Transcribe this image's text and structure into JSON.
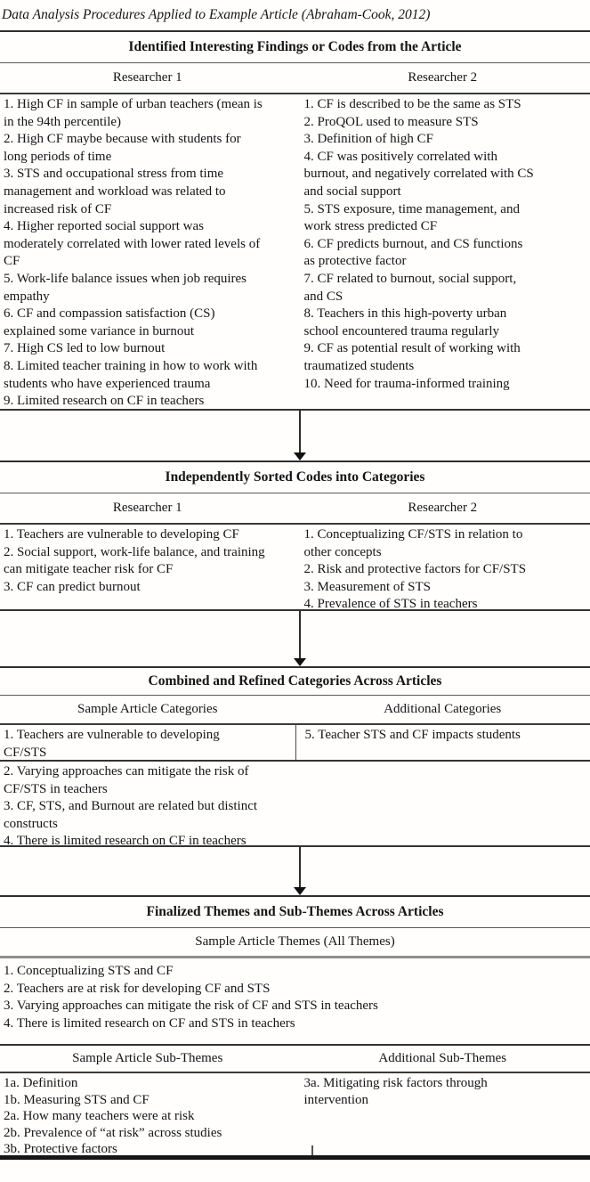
{
  "colors": {
    "text": "#151515",
    "rule": "#333333",
    "thick_rule": "#161616"
  },
  "title": "Data Analysis Procedures Applied to Example Article (Abraham-Cook, 2012)",
  "stage1": {
    "header": "Identified Interesting Findings or Codes from the Article",
    "col1_header": "Researcher 1",
    "col2_header": "Researcher 2",
    "col1_items": [
      "1. High CF in sample of urban teachers (mean is\nin the 94th percentile)",
      "2. High CF maybe because with students for\nlong periods of time",
      "3. STS and occupational stress from time\nmanagement and workload was related to\nincreased risk of CF",
      "4. Higher reported social support was\nmoderately correlated with lower rated levels of\nCF",
      "5. Work-life balance issues when job requires\nempathy",
      "6. CF and compassion satisfaction (CS)\nexplained some variance in burnout",
      "7. High CS led to low burnout",
      "8. Limited teacher training in how to work with\nstudents who have experienced trauma",
      "9. Limited research on CF in teachers"
    ],
    "col2_items": [
      "1. CF is described to be the same as STS",
      "2. ProQOL used to measure STS",
      "3. Definition of high CF",
      "4. CF was positively correlated with\nburnout, and negatively correlated with CS\nand social support",
      "5. STS exposure, time management, and\nwork stress predicted CF",
      "6. CF predicts burnout, and CS functions\nas protective factor",
      "7. CF related to burnout, social support,\nand CS",
      "8. Teachers in this high-poverty urban\nschool encountered trauma regularly",
      "9. CF as potential result of working with\ntraumatized students",
      "10. Need for trauma-informed training"
    ]
  },
  "stage2": {
    "header": "Independently Sorted Codes into Categories",
    "col1_header": "Researcher 1",
    "col2_header": "Researcher 2",
    "col1_items": [
      "1. Teachers are vulnerable to developing CF",
      "2. Social support, work-life balance, and training\ncan mitigate teacher risk for CF",
      "3. CF can predict burnout"
    ],
    "col2_items": [
      "1. Conceptualizing CF/STS in relation to\nother concepts",
      "2. Risk and protective factors for CF/STS",
      "3. Measurement of STS",
      "4. Prevalence of STS in teachers"
    ]
  },
  "stage3": {
    "header": "Combined and Refined Categories Across Articles",
    "col1_header": "Sample Article Categories",
    "col2_header": "Additional Categories",
    "row1_col1": "1. Teachers are vulnerable to developing\nCF/STS",
    "row1_col2": "5. Teacher STS and CF impacts students",
    "row2_col1_items": [
      "2. Varying approaches can mitigate the risk of\nCF/STS in teachers",
      "3. CF, STS, and Burnout are related but distinct\nconstructs",
      "4. There is limited research on CF in teachers"
    ]
  },
  "stage4": {
    "header": "Finalized Themes and Sub-Themes Across Articles",
    "themes_caption": "Sample Article Themes (All Themes)",
    "themes": [
      "1. Conceptualizing STS and CF",
      "2. Teachers are at risk for developing CF and STS",
      "3. Varying approaches can mitigate the risk of CF and STS in teachers",
      "4. There is limited research on CF and STS in teachers"
    ],
    "sub_col1_header": "Sample Article Sub-Themes",
    "sub_col2_header": "Additional Sub-Themes",
    "sub_col1_items": [
      "1a. Definition",
      "1b. Measuring STS and CF",
      "2a. How many teachers were at risk",
      "2b. Prevalence of “at risk” across studies",
      "3b. Protective factors"
    ],
    "sub_col2_items": [
      "3a. Mitigating risk factors through\nintervention"
    ]
  }
}
